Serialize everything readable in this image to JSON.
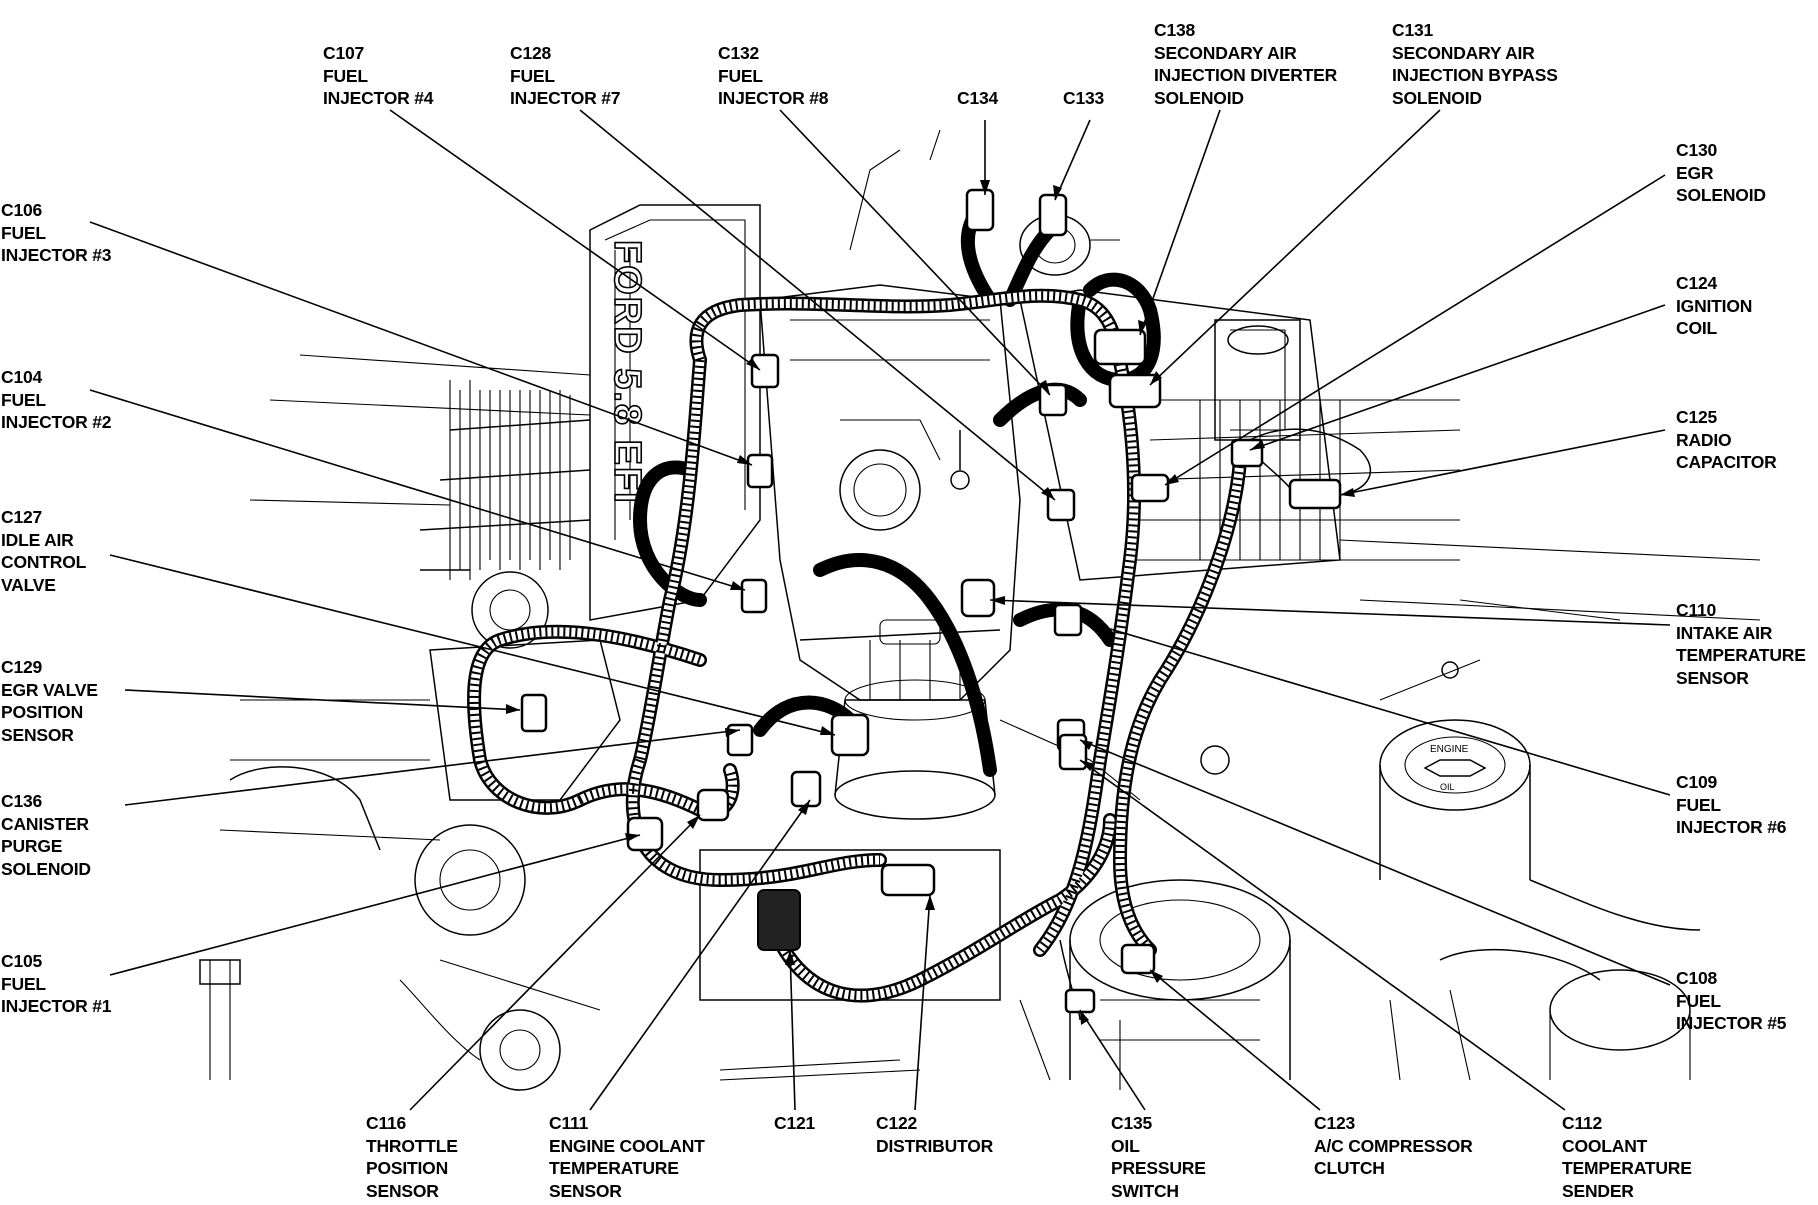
{
  "callouts": [
    {
      "id": "c107",
      "lines": [
        "C107",
        "FUEL",
        "INJECTOR #4"
      ]
    },
    {
      "id": "c128",
      "lines": [
        "C128",
        "FUEL",
        "INJECTOR #7"
      ]
    },
    {
      "id": "c132",
      "lines": [
        "C132",
        "FUEL",
        "INJECTOR #8"
      ]
    },
    {
      "id": "c134",
      "lines": [
        "C134"
      ]
    },
    {
      "id": "c133",
      "lines": [
        "C133"
      ]
    },
    {
      "id": "c138",
      "lines": [
        "C138",
        "SECONDARY AIR",
        "INJECTION DIVERTER",
        "SOLENOID"
      ]
    },
    {
      "id": "c131",
      "lines": [
        "C131",
        "SECONDARY AIR",
        "INJECTION BYPASS",
        "SOLENOID"
      ]
    },
    {
      "id": "c130",
      "lines": [
        "C130",
        "EGR",
        "SOLENOID"
      ]
    },
    {
      "id": "c124",
      "lines": [
        "C124",
        "IGNITION",
        "COIL"
      ]
    },
    {
      "id": "c125",
      "lines": [
        "C125",
        "RADIO",
        "CAPACITOR"
      ]
    },
    {
      "id": "c110",
      "lines": [
        "C110",
        "INTAKE AIR",
        "TEMPERATURE",
        "SENSOR"
      ]
    },
    {
      "id": "c109",
      "lines": [
        "C109",
        "FUEL",
        "INJECTOR #6"
      ]
    },
    {
      "id": "c108",
      "lines": [
        "C108",
        "FUEL",
        "INJECTOR #5"
      ]
    },
    {
      "id": "c106",
      "lines": [
        "C106",
        "FUEL",
        "INJECTOR #3"
      ]
    },
    {
      "id": "c104",
      "lines": [
        "C104",
        "FUEL",
        "INJECTOR #2"
      ]
    },
    {
      "id": "c127",
      "lines": [
        "C127",
        "IDLE AIR",
        "CONTROL",
        "VALVE"
      ]
    },
    {
      "id": "c129",
      "lines": [
        "C129",
        "EGR VALVE",
        "POSITION",
        "SENSOR"
      ]
    },
    {
      "id": "c136",
      "lines": [
        "C136",
        "CANISTER",
        "PURGE",
        "SOLENOID"
      ]
    },
    {
      "id": "c105",
      "lines": [
        "C105",
        "FUEL",
        "INJECTOR #1"
      ]
    },
    {
      "id": "c116",
      "lines": [
        "C116",
        "THROTTLE",
        "POSITION",
        "SENSOR"
      ]
    },
    {
      "id": "c111",
      "lines": [
        "C111",
        "ENGINE COOLANT",
        "TEMPERATURE",
        "SENSOR"
      ]
    },
    {
      "id": "c121",
      "lines": [
        "C121"
      ]
    },
    {
      "id": "c122",
      "lines": [
        "C122",
        "DISTRIBUTOR"
      ]
    },
    {
      "id": "c135",
      "lines": [
        "C135",
        "OIL",
        "PRESSURE",
        "SWITCH"
      ]
    },
    {
      "id": "c123",
      "lines": [
        "C123",
        "A/C COMPRESSOR",
        "CLUTCH"
      ]
    },
    {
      "id": "c112",
      "lines": [
        "C112",
        "COOLANT",
        "TEMPERATURE",
        "SENDER"
      ]
    }
  ],
  "engine_markings": {
    "manifold_text": "FORD 5.8 EFI",
    "oil_cap_top": "ENGINE",
    "oil_cap_bottom": "OIL"
  }
}
